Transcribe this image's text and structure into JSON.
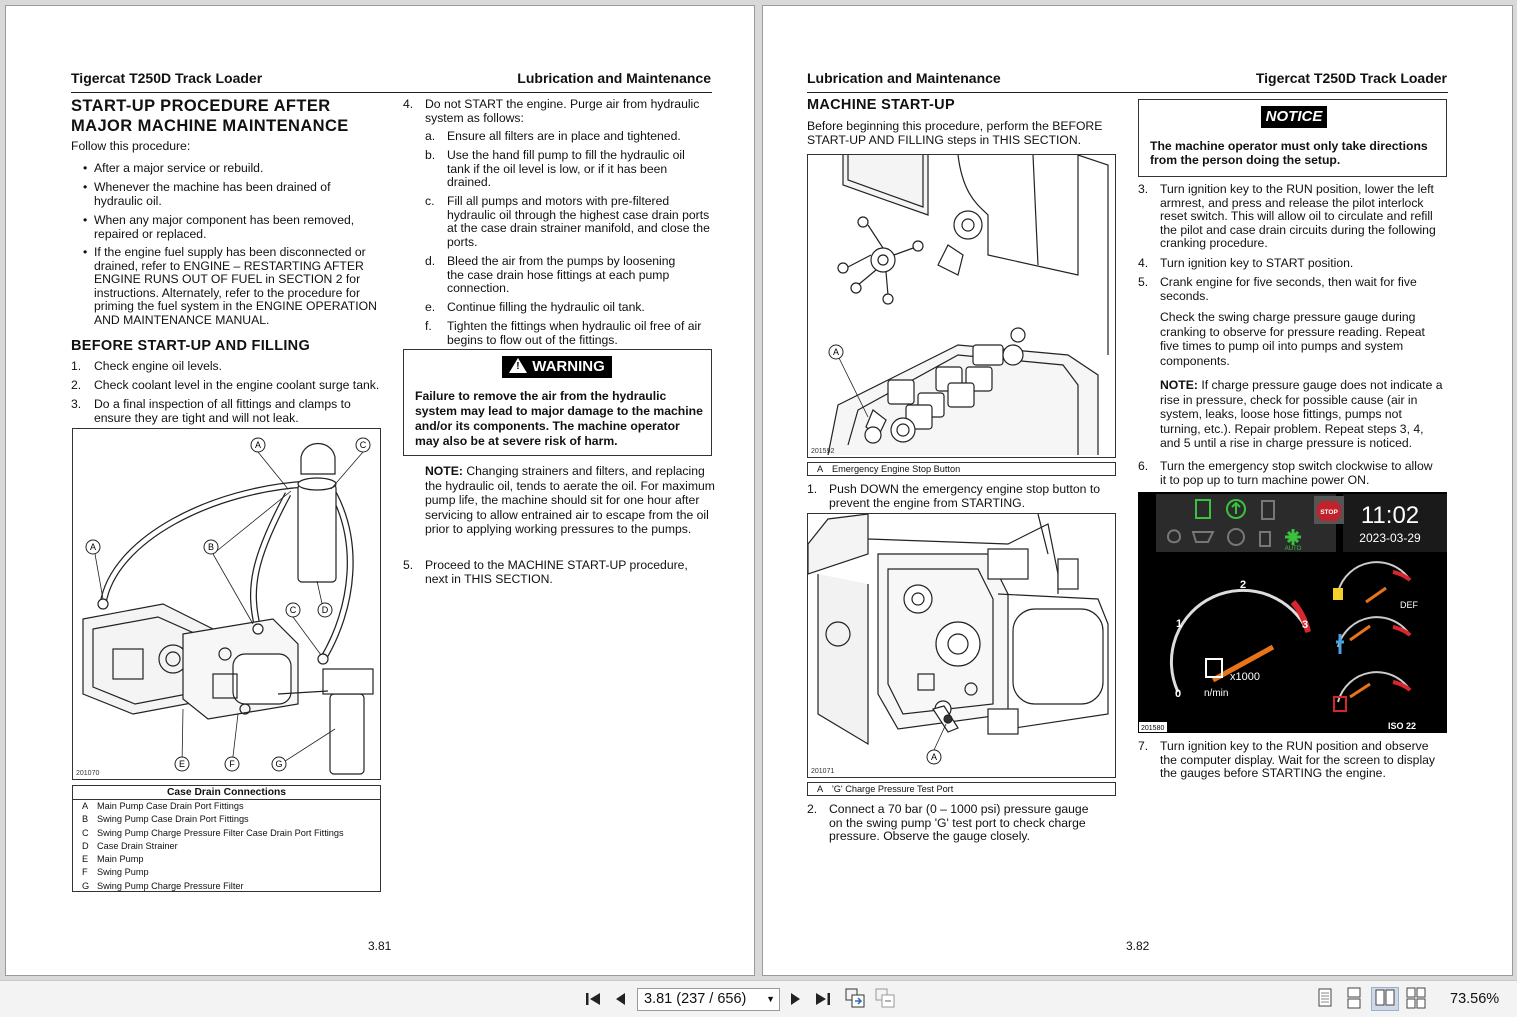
{
  "left_page": {
    "header_left": "Tigercat T250D Track Loader",
    "header_right": "Lubrication and Maintenance",
    "title_line1": "START-UP PROCEDURE AFTER",
    "title_line2": "MAJOR MACHINE MAINTENANCE",
    "intro": "Follow this procedure:",
    "bullets": [
      "After a major service or rebuild.",
      "Whenever the machine has been drained of hydraulic oil.",
      "When any major component has been removed, repaired or replaced.",
      "If the engine fuel supply has been disconnected or drained, refer to ENGINE – RESTARTING AFTER ENGINE RUNS OUT OF FUEL in SECTION 2 for instructions. Alternately, refer to the procedure for priming the fuel system in the ENGINE OPERATION AND MAINTENANCE MANUAL."
    ],
    "section2_title": "BEFORE START-UP AND FILLING",
    "steps": [
      {
        "n": "1.",
        "text": "Check engine oil levels."
      },
      {
        "n": "2.",
        "text": "Check coolant level in the engine coolant surge tank."
      },
      {
        "n": "3.",
        "text": "Do a final inspection of all fittings and clamps to ensure they are tight and will not leak."
      }
    ],
    "figure_code": "201070",
    "figure_labels": [
      "A",
      "B",
      "C",
      "D",
      "E",
      "F",
      "G"
    ],
    "caption_title": "Case Drain Connections",
    "caption_rows": [
      {
        "k": "A",
        "v": "Main Pump Case Drain Port Fittings"
      },
      {
        "k": "B",
        "v": "Swing Pump Case Drain Port Fittings"
      },
      {
        "k": "C",
        "v": "Swing Pump Charge Pressure Filter Case Drain Port Fittings"
      },
      {
        "k": "D",
        "v": "Case Drain Strainer"
      },
      {
        "k": "E",
        "v": "Main Pump"
      },
      {
        "k": "F",
        "v": "Swing Pump"
      },
      {
        "k": "G",
        "v": "Swing Pump Charge Pressure Filter"
      }
    ],
    "step4_num": "4.",
    "step4_text": "Do not START the engine. Purge air from hydraulic system as follows:",
    "substeps": [
      {
        "k": "a.",
        "v": "Ensure all filters are in place and tightened."
      },
      {
        "k": "b.",
        "v": "Use the hand fill pump to fill the hydraulic oil tank if the oil level is low, or if it has been drained."
      },
      {
        "k": "c.",
        "v": "Fill all pumps and motors with pre-filtered hydraulic oil through the highest case drain ports at the case drain strainer manifold, and close the ports."
      },
      {
        "k": "d.",
        "v": "Bleed the air from the pumps by loosening the case drain hose fittings at each pump connection."
      },
      {
        "k": "e.",
        "v": "Continue filling the hydraulic oil tank."
      },
      {
        "k": "f.",
        "v": "Tighten the fittings when hydraulic oil free of air begins to flow out of the fittings."
      }
    ],
    "warning_label": "WARNING",
    "warning_text": "Failure to remove the air from the hydraulic system may lead to major damage to the machine and/or its components. The machine operator may also be at severe risk of harm.",
    "note_label": "NOTE:",
    "note_text": "Changing strainers and filters, and replacing the hydraulic oil, tends to aerate the oil. For maximum pump life, the machine should sit for one hour after servicing to allow entrained air to escape from the oil prior to applying working pressures to the pumps.",
    "step5_num": "5.",
    "step5_text": "Proceed to the MACHINE START-UP procedure, next in THIS SECTION.",
    "page_number": "3.81"
  },
  "right_page": {
    "header_left": "Lubrication and Maintenance",
    "header_right": "Tigercat T250D Track Loader",
    "title": "MACHINE START-UP",
    "intro": "Before beginning this procedure, perform the BEFORE START-UP AND FILLING steps in THIS SECTION.",
    "fig1_code": "201592",
    "fig1_label": "A",
    "fig1_caption_key": "A",
    "fig1_caption": "Emergency Engine Stop Button",
    "step1_num": "1.",
    "step1": "Push DOWN the emergency engine stop button to prevent the engine from STARTING.",
    "fig2_code": "201071",
    "fig2_label": "A",
    "fig2_caption_key": "A",
    "fig2_caption": "'G' Charge Pressure Test Port",
    "step2_num": "2.",
    "step2": "Connect a 70 bar (0 – 1000 psi) pressure gauge on the swing pump 'G' test port to check charge pressure. Observe the gauge closely.",
    "notice_label": "NOTICE",
    "notice_text": "The machine operator must only take directions from the person doing the setup.",
    "step3_num": "3.",
    "step3": "Turn ignition key to the RUN position, lower the left armrest, and press and release the pilot interlock reset switch. This will allow oil to circulate and refill the pilot and case drain circuits during the following cranking procedure.",
    "step4_num": "4.",
    "step4": "Turn ignition key to START position.",
    "step5_num": "5.",
    "step5": "Crank engine for five seconds, then wait for five seconds.",
    "step5_para": "Check the swing charge pressure gauge during cranking to observe for pressure reading. Repeat five times to pump oil into pumps and system components.",
    "note_label": "NOTE:",
    "note_text": "If charge pressure gauge does not indicate a rise in pressure, check for possible cause (air in system, leaks, loose hose fittings, pumps not turning, etc.). Repair problem. Repeat steps 3, 4, and 5 until a rise in charge pressure is noticed.",
    "step6_num": "6.",
    "step6": "Turn the emergency stop switch clockwise to allow it to pop up to turn machine power ON.",
    "display": {
      "time": "11:02",
      "date": "2023-03-29",
      "stop": "STOP",
      "auto": "AUTO",
      "tach_ticks": [
        "0",
        "1",
        "2",
        "3"
      ],
      "tach_unit": "x1000",
      "tach_rpm": "n/min",
      "def": "DEF",
      "iso": "ISO 22",
      "code": "201580"
    },
    "step7_num": "7.",
    "step7": "Turn ignition key to the RUN position and observe the computer display. Wait for the screen to display the gauges before STARTING the engine.",
    "page_number": "3.82"
  },
  "toolbar": {
    "page_display": "3.81 (237 / 656)",
    "zoom": "73.56%"
  }
}
